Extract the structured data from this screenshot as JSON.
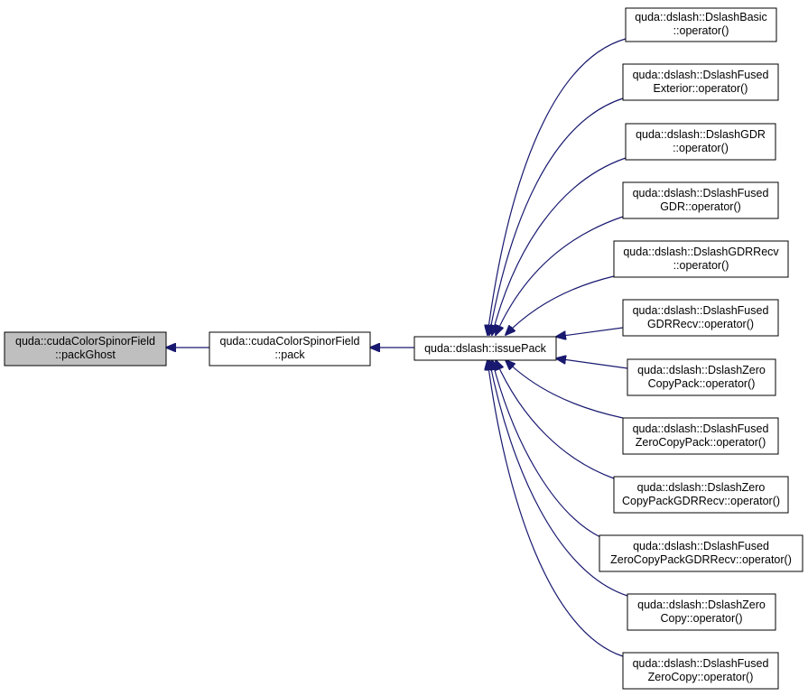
{
  "colors": {
    "edge": "#191970",
    "node_border": "#000000",
    "node_fill": "#ffffff",
    "focus_fill": "#bfbfbf"
  },
  "nodes": {
    "packGhost": {
      "lines": [
        "quda::cudaColorSpinorField",
        "::packGhost"
      ]
    },
    "pack": {
      "lines": [
        "quda::cudaColorSpinorField",
        "::pack"
      ]
    },
    "issuePack": {
      "lines": [
        "quda::dslash::issuePack"
      ]
    },
    "c0": {
      "lines": [
        "quda::dslash::DslashBasic",
        "::operator()"
      ]
    },
    "c1": {
      "lines": [
        "quda::dslash::DslashFused",
        "Exterior::operator()"
      ]
    },
    "c2": {
      "lines": [
        "quda::dslash::DslashGDR",
        "::operator()"
      ]
    },
    "c3": {
      "lines": [
        "quda::dslash::DslashFused",
        "GDR::operator()"
      ]
    },
    "c4": {
      "lines": [
        "quda::dslash::DslashGDRRecv",
        "::operator()"
      ]
    },
    "c5": {
      "lines": [
        "quda::dslash::DslashFused",
        "GDRRecv::operator()"
      ]
    },
    "c6": {
      "lines": [
        "quda::dslash::DslashZero",
        "CopyPack::operator()"
      ]
    },
    "c7": {
      "lines": [
        "quda::dslash::DslashFused",
        "ZeroCopyPack::operator()"
      ]
    },
    "c8": {
      "lines": [
        "quda::dslash::DslashZero",
        "CopyPackGDRRecv::operator()"
      ]
    },
    "c9": {
      "lines": [
        "quda::dslash::DslashFused",
        "ZeroCopyPackGDRRecv::operator()"
      ]
    },
    "c10": {
      "lines": [
        "quda::dslash::DslashZero",
        "Copy::operator()"
      ]
    },
    "c11": {
      "lines": [
        "quda::dslash::DslashFused",
        "ZeroCopy::operator()"
      ]
    }
  },
  "edges": [
    {
      "from": "pack",
      "to": "packGhost"
    },
    {
      "from": "issuePack",
      "to": "pack"
    },
    {
      "from": "c0",
      "to": "issuePack"
    },
    {
      "from": "c1",
      "to": "issuePack"
    },
    {
      "from": "c2",
      "to": "issuePack"
    },
    {
      "from": "c3",
      "to": "issuePack"
    },
    {
      "from": "c4",
      "to": "issuePack"
    },
    {
      "from": "c5",
      "to": "issuePack"
    },
    {
      "from": "c6",
      "to": "issuePack"
    },
    {
      "from": "c7",
      "to": "issuePack"
    },
    {
      "from": "c8",
      "to": "issuePack"
    },
    {
      "from": "c9",
      "to": "issuePack"
    },
    {
      "from": "c10",
      "to": "issuePack"
    },
    {
      "from": "c11",
      "to": "issuePack"
    }
  ]
}
